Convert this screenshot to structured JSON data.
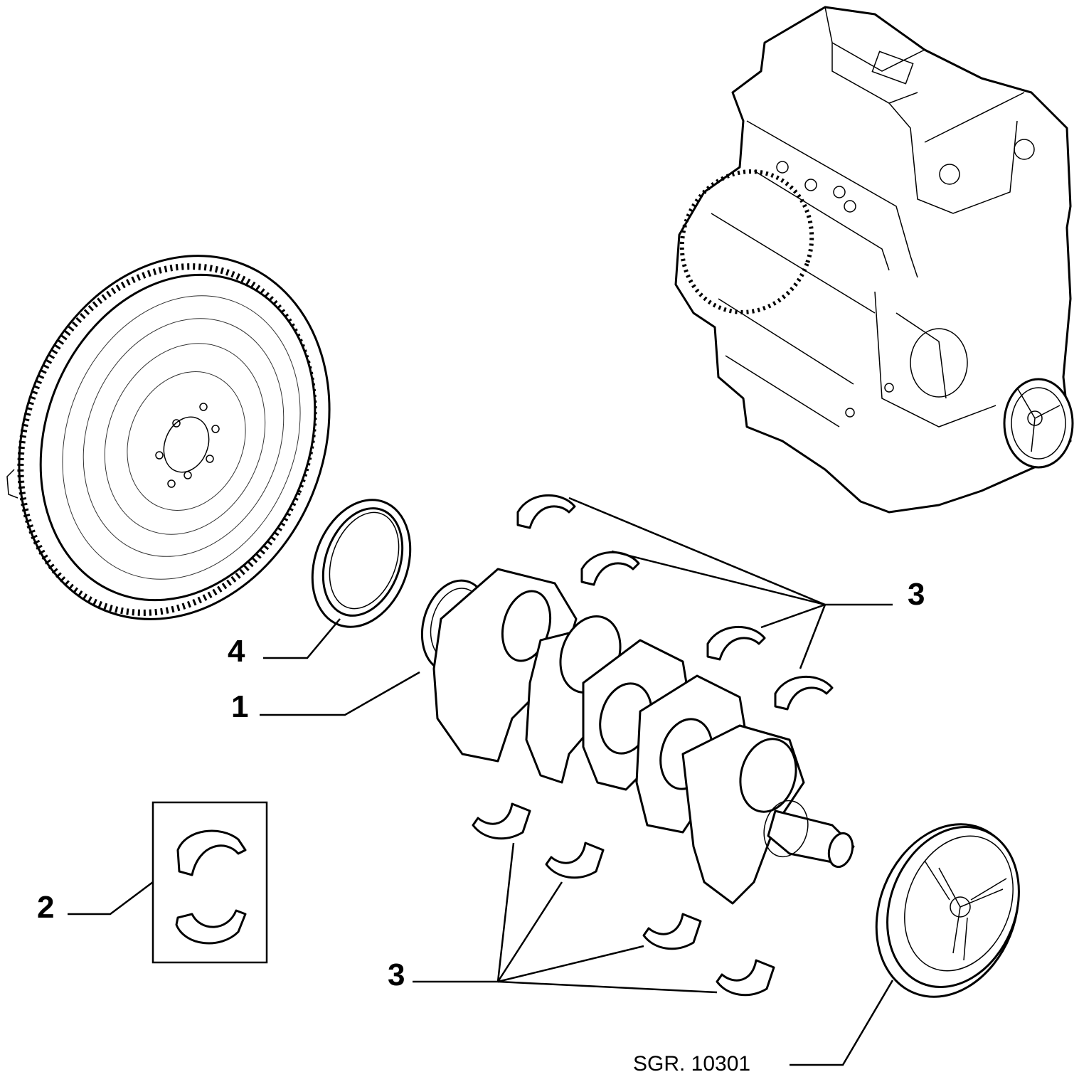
{
  "callouts": {
    "c1": "1",
    "c2": "2",
    "c3_upper": "3",
    "c3_lower": "3",
    "c4": "4"
  },
  "reference": "SGR. 10301",
  "parts": [
    "flywheel-icon",
    "engine-block-icon",
    "crankshaft-icon",
    "oil-seal-icon",
    "bearing-shell-icon",
    "pulley-icon"
  ]
}
